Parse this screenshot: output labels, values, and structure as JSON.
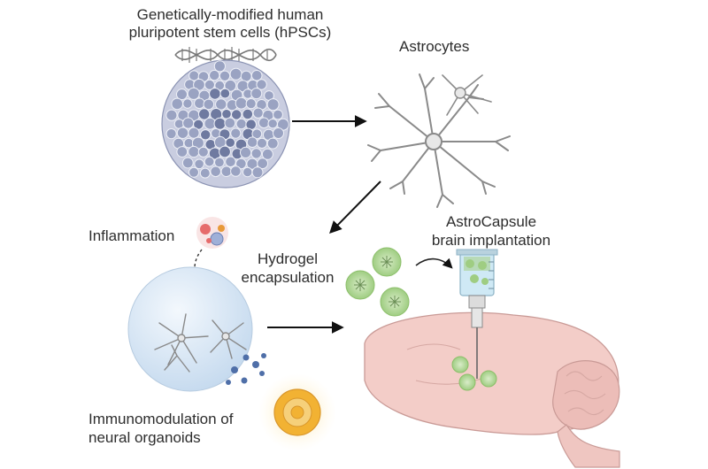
{
  "labels": {
    "hpsc_line1": "Genetically-modified human",
    "hpsc_line2": "pluripotent stem cells (hPSCs)",
    "astrocytes": "Astrocytes",
    "inflammation": "Inflammation",
    "hydrogel_line1": "Hydrogel",
    "hydrogel_line2": "encapsulation",
    "astrocapsule_line1": "AstroCapsule",
    "astrocapsule_line2": "brain implantation",
    "immuno_line1": "Immunomodulation of",
    "immuno_line2": "neural organoids"
  },
  "colors": {
    "cell_blue": "#9aa3c2",
    "cell_dark": "#6f7aa0",
    "organoid_sphere": "#d6e6f5",
    "capsule_green": "#a9d18e",
    "brain_pink": "#f2c9c4",
    "brain_outline": "#c99a96",
    "syringe_blue": "#bfe3f2",
    "organoid_orange": "#f2b233",
    "arrow": "#111111"
  },
  "icons": [
    "dna-icon",
    "hpsc-cluster-icon",
    "astrocyte-icon",
    "inflammation-cells-icon",
    "neural-organoid-icon",
    "hydrogel-capsule-icon",
    "syringe-icon",
    "brain-icon",
    "immunomodulated-organoid-icon"
  ]
}
